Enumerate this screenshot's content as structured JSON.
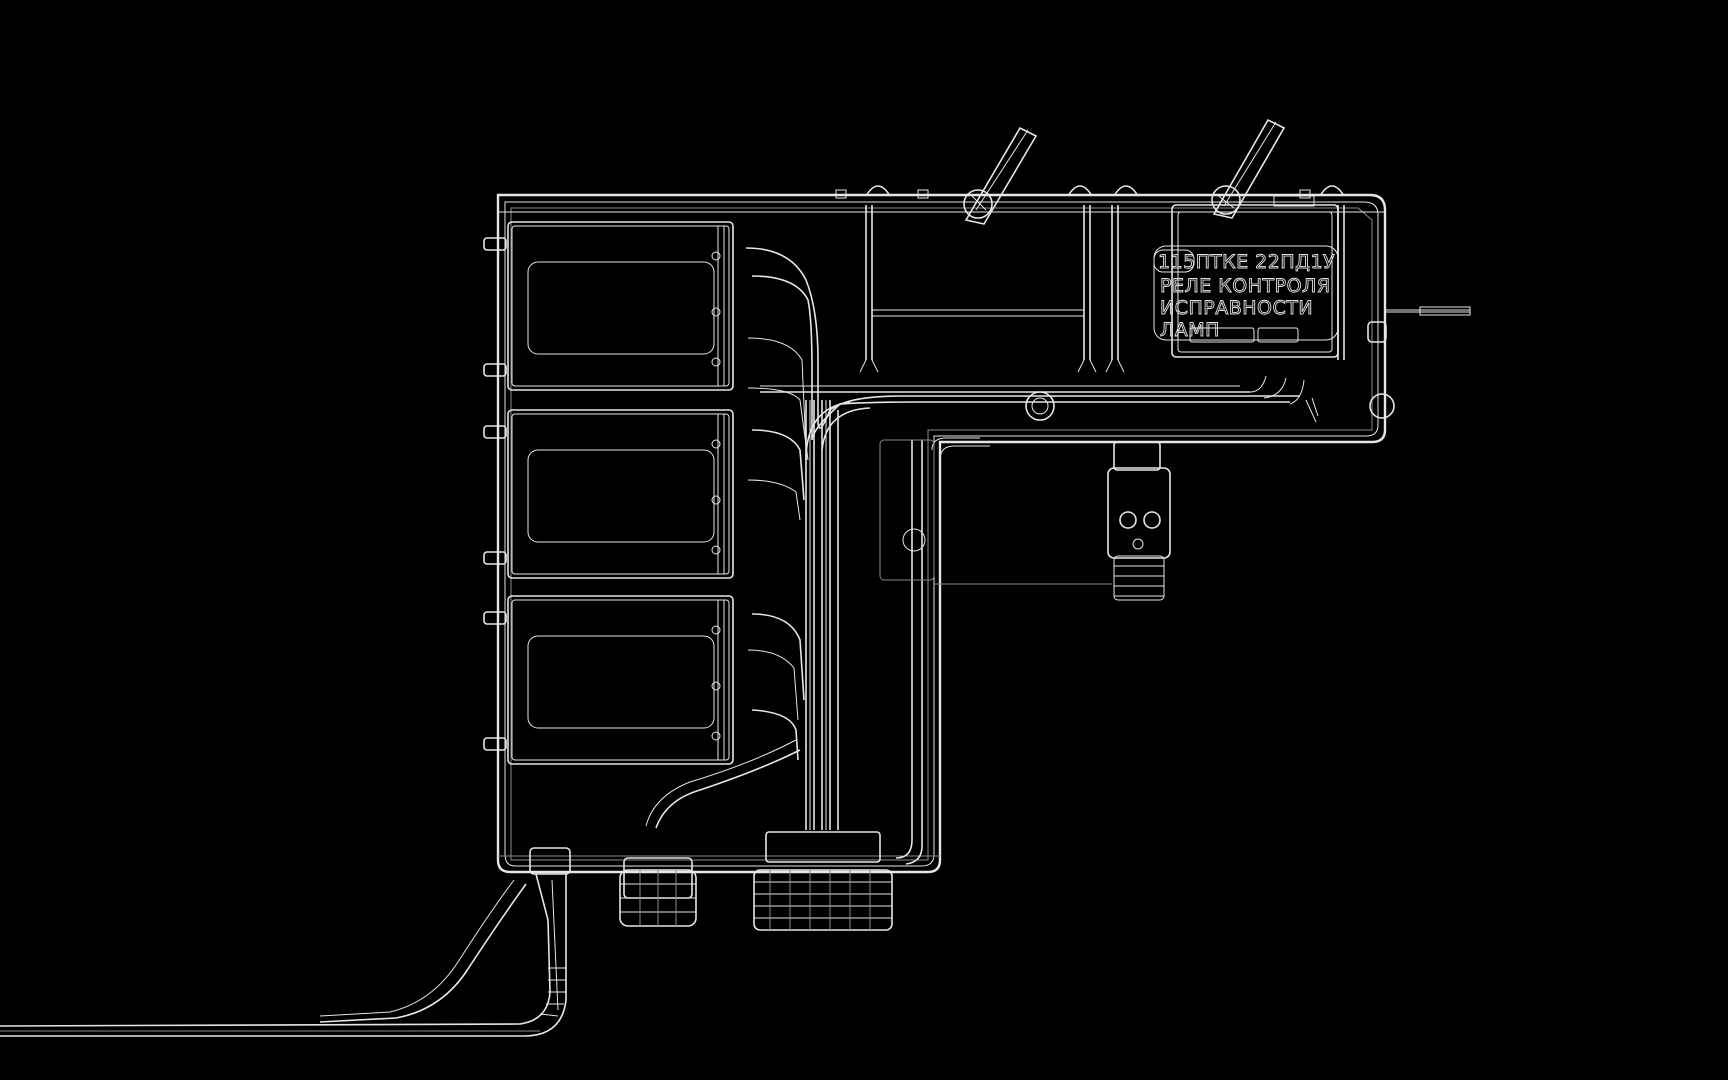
{
  "label": {
    "code": "115П",
    "line1": "ТКЕ 22ПД1У",
    "line2": "РЕЛЕ КОНТРОЛЯ",
    "line3": "ИСПРАВНОСТИ",
    "line4": "ЛАМП"
  },
  "colors": {
    "background": "#000000",
    "wireframe": "#e6e6e6"
  }
}
